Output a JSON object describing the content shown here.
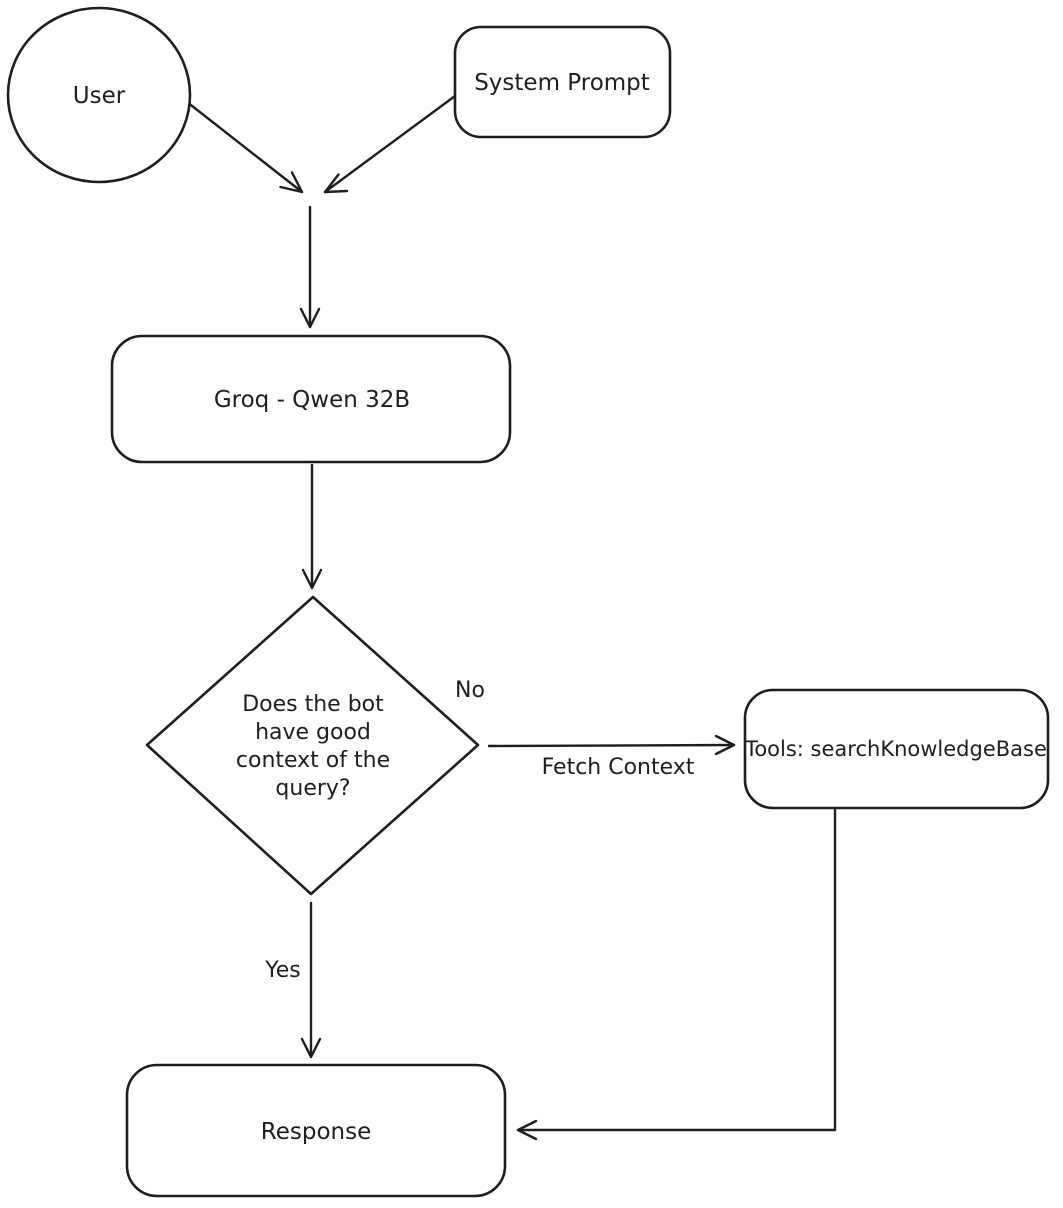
{
  "diagram": {
    "title": "chatbot-flowchart",
    "colors": {
      "stroke": "#1e1e1e",
      "background": "#ffffff"
    },
    "nodes": {
      "user": {
        "shape": "circle",
        "label": "User"
      },
      "system_prompt": {
        "shape": "rounded-rectangle",
        "label": "System Prompt"
      },
      "model": {
        "shape": "rounded-rectangle",
        "label": "Groq - Qwen 32B"
      },
      "decision": {
        "shape": "diamond",
        "label": "Does the bot have good context of the query?",
        "label_lines": [
          "Does the bot",
          "have good",
          "context of the",
          "query?"
        ]
      },
      "tools": {
        "shape": "rounded-rectangle",
        "label": "Tools: searchKnowledgeBase"
      },
      "response": {
        "shape": "rounded-rectangle",
        "label": "Response"
      }
    },
    "edges": {
      "user_to_model": {
        "from": "user",
        "to": "model",
        "label": ""
      },
      "system_prompt_to_model": {
        "from": "system_prompt",
        "to": "model",
        "label": ""
      },
      "model_to_decision": {
        "from": "model",
        "to": "decision",
        "label": ""
      },
      "decision_no_to_tools": {
        "from": "decision",
        "to": "tools",
        "branch_label": "No",
        "label": "Fetch Context"
      },
      "decision_yes_to_response": {
        "from": "decision",
        "to": "response",
        "branch_label": "Yes",
        "label": ""
      },
      "tools_to_response": {
        "from": "tools",
        "to": "response",
        "label": ""
      }
    }
  }
}
